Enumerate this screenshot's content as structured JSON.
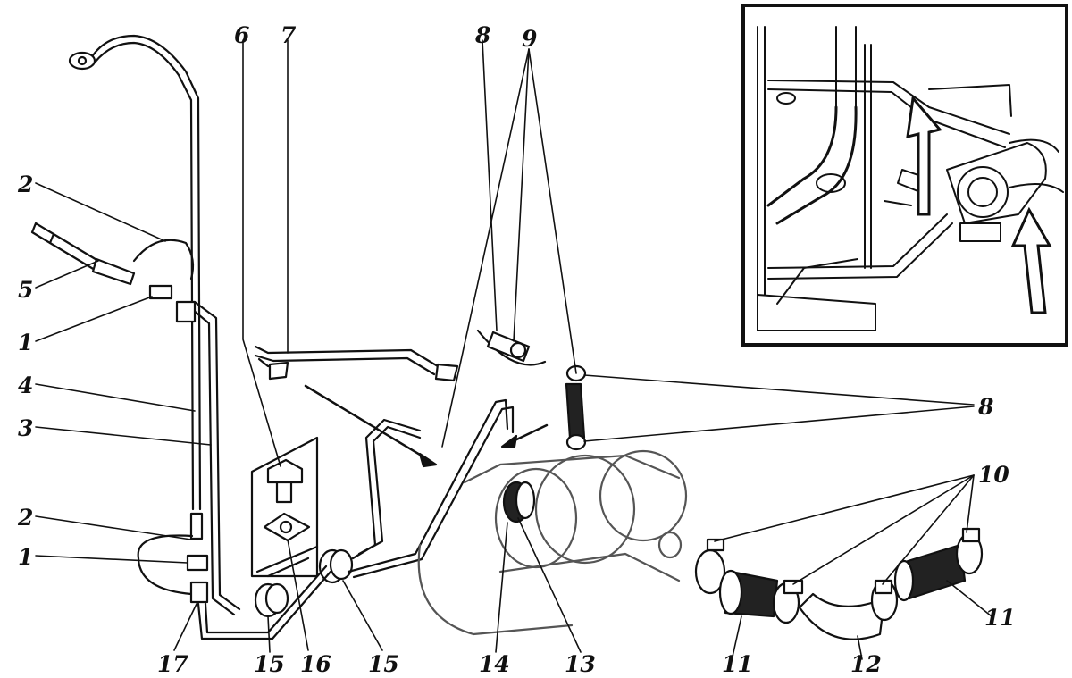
{
  "diagram": {
    "callouts": [
      "1",
      "1",
      "2",
      "2",
      "3",
      "4",
      "5",
      "6",
      "7",
      "8",
      "8",
      "9",
      "10",
      "11",
      "11",
      "12",
      "13",
      "14",
      "15",
      "15",
      "16",
      "17"
    ],
    "inset": {
      "arrows": 2
    }
  }
}
